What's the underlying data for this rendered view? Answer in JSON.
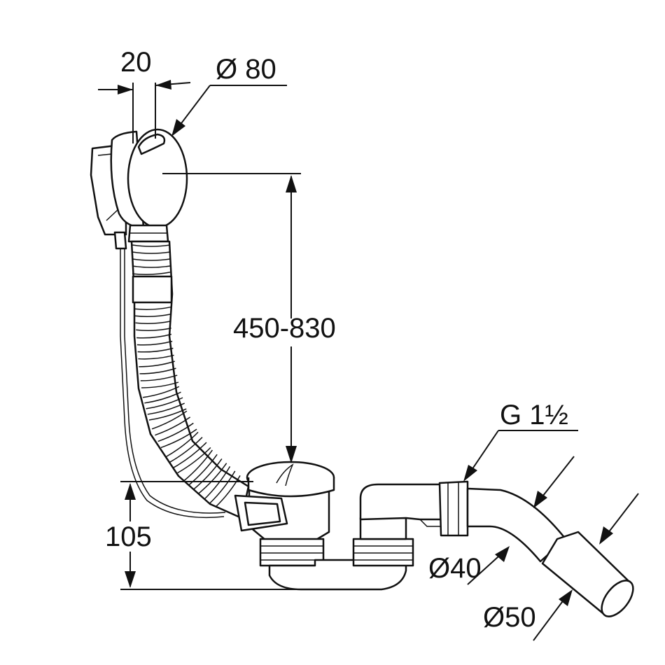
{
  "dimensions": {
    "flange_width": "20",
    "overflow_diameter": "Ø 80",
    "height_range": "450-830",
    "waste_height": "105",
    "thread": "G 1½",
    "pipe_diameter_small": "Ø40",
    "pipe_diameter_large": "Ø50"
  },
  "colors": {
    "line": "#111111",
    "background": "#ffffff"
  }
}
